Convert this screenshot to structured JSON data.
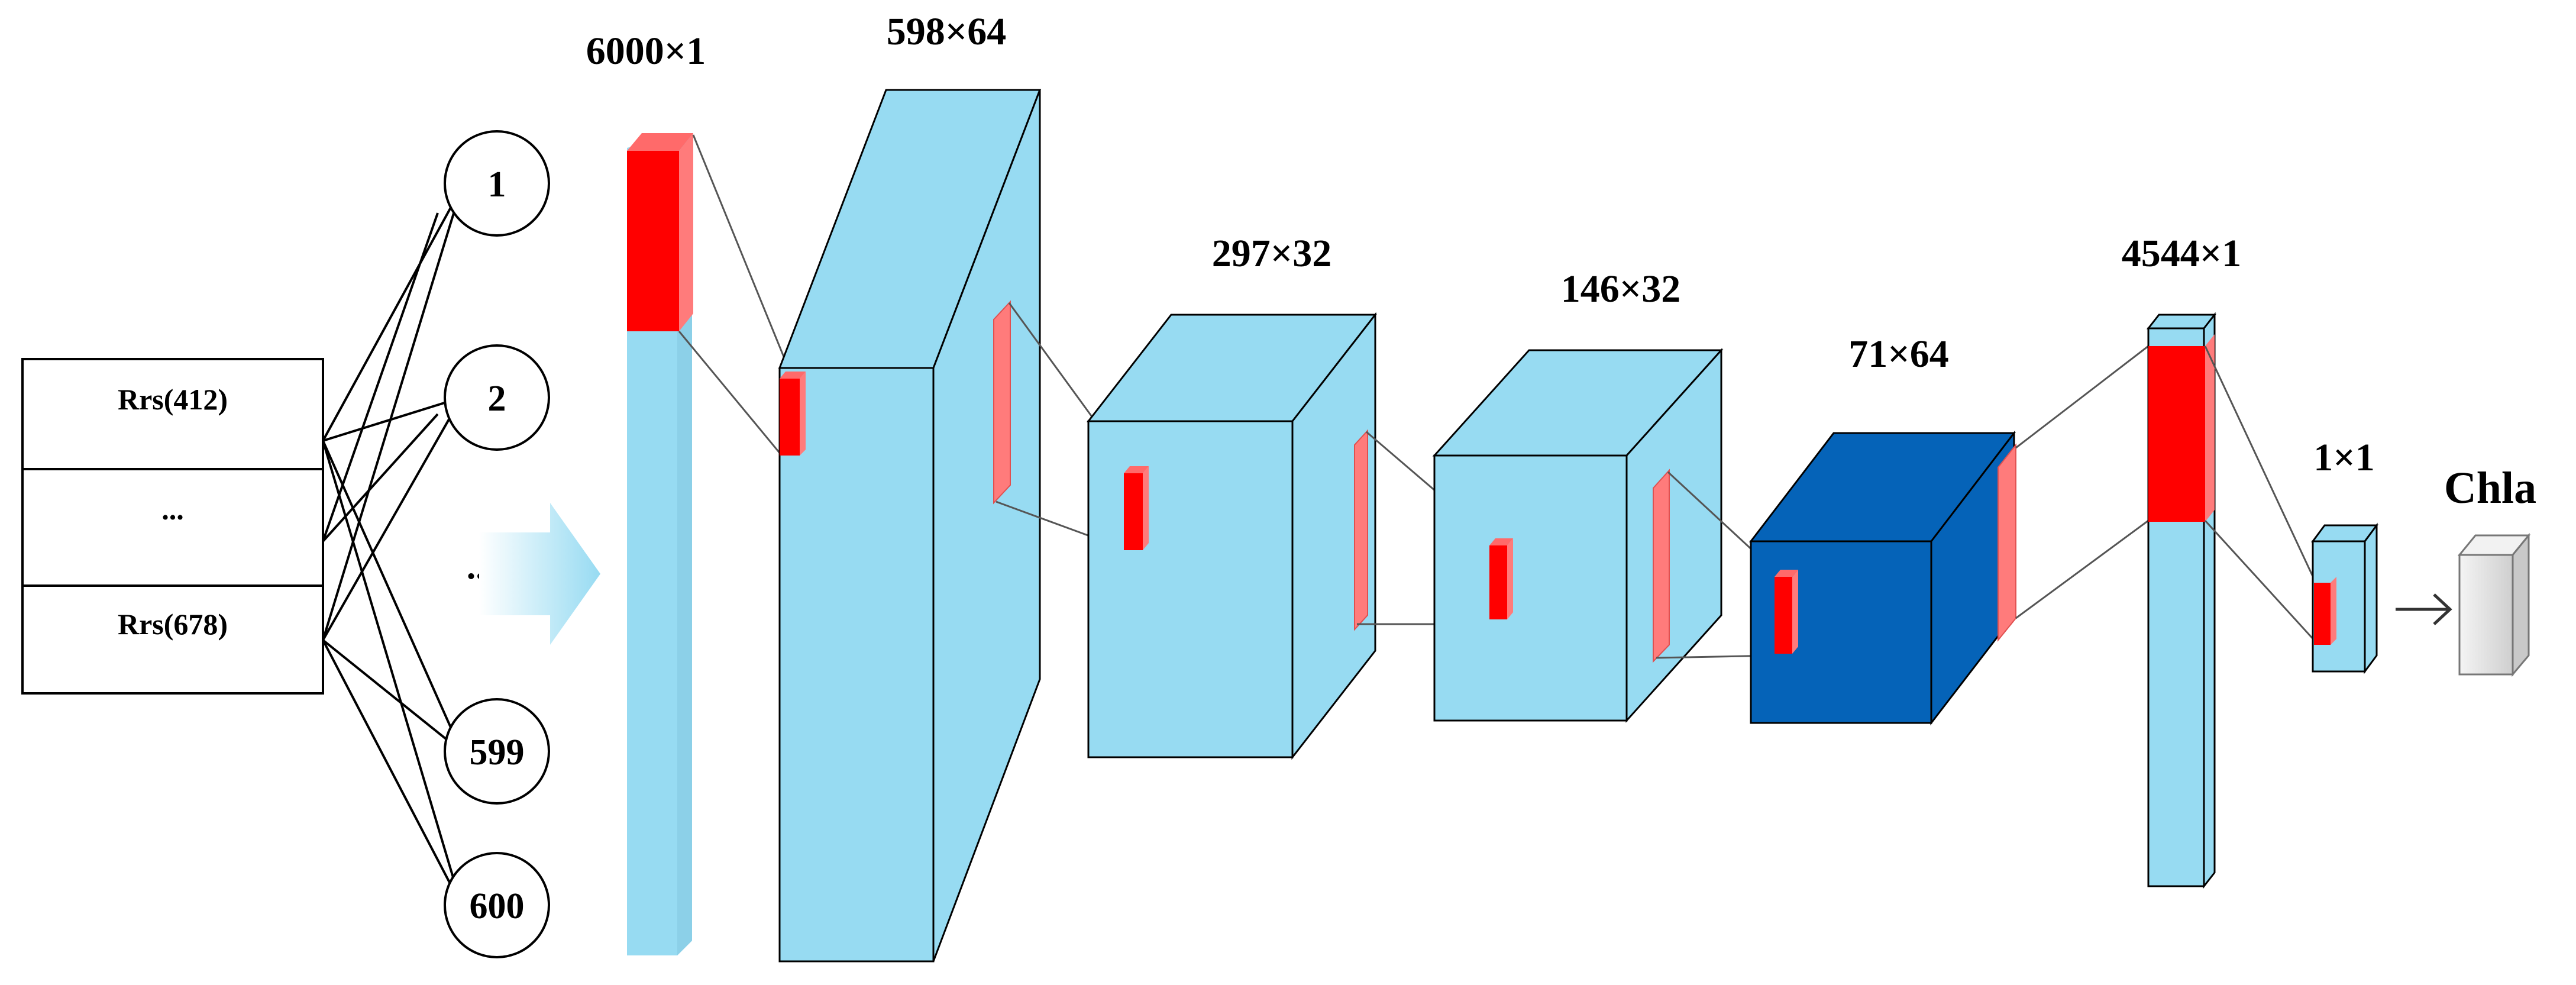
{
  "input_table": {
    "rows": [
      "Rrs(412)",
      "...",
      "Rrs(678)"
    ]
  },
  "neurons": {
    "labels": [
      "1",
      "2",
      "599",
      "600"
    ],
    "ellipsis": "..."
  },
  "layers": [
    {
      "id": "input-vector",
      "dim": "6000×1"
    },
    {
      "id": "conv1",
      "dim": "598×64"
    },
    {
      "id": "conv2",
      "dim": "297×32"
    },
    {
      "id": "conv3",
      "dim": "146×32"
    },
    {
      "id": "conv4",
      "dim": "71×64"
    },
    {
      "id": "flatten",
      "dim": "4544×1"
    },
    {
      "id": "dense-out",
      "dim": "1×1"
    }
  ],
  "output": {
    "label": "Chla"
  },
  "colors": {
    "light_blue": "#97DBF2",
    "dark_blue": "#0563B8",
    "red": "#FF0000",
    "pink": "#FF7B7B",
    "gray": "#D6D6D6"
  }
}
